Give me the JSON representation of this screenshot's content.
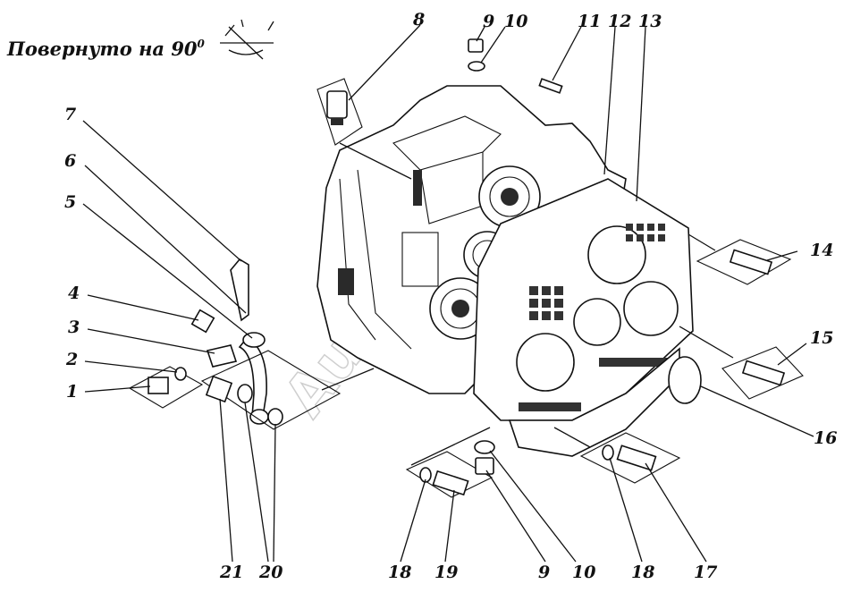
{
  "title": {
    "text": "Повернуто на 90",
    "degree": "0"
  },
  "watermark": "Auto",
  "callouts": [
    {
      "id": "c1",
      "label": "1"
    },
    {
      "id": "c2",
      "label": "2"
    },
    {
      "id": "c3",
      "label": "3"
    },
    {
      "id": "c4",
      "label": "4"
    },
    {
      "id": "c5",
      "label": "5"
    },
    {
      "id": "c6",
      "label": "6"
    },
    {
      "id": "c7",
      "label": "7"
    },
    {
      "id": "c8",
      "label": "8"
    },
    {
      "id": "c9a",
      "label": "9"
    },
    {
      "id": "c10a",
      "label": "10"
    },
    {
      "id": "c11",
      "label": "11"
    },
    {
      "id": "c12",
      "label": "12"
    },
    {
      "id": "c13",
      "label": "13"
    },
    {
      "id": "c14",
      "label": "14"
    },
    {
      "id": "c15",
      "label": "15"
    },
    {
      "id": "c16",
      "label": "16"
    },
    {
      "id": "c17",
      "label": "17"
    },
    {
      "id": "c18a",
      "label": "18"
    },
    {
      "id": "c19",
      "label": "19"
    },
    {
      "id": "c9b",
      "label": "9"
    },
    {
      "id": "c10b",
      "label": "10"
    },
    {
      "id": "c18b",
      "label": "18"
    },
    {
      "id": "c21",
      "label": "21"
    },
    {
      "id": "c20",
      "label": "20"
    }
  ]
}
